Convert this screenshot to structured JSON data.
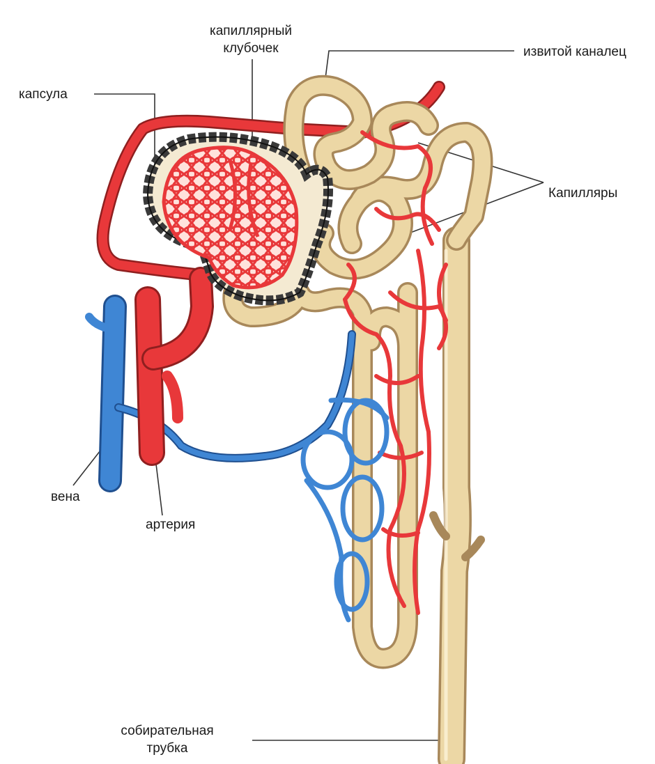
{
  "labels": {
    "glomerulus": [
      "капиллярный",
      "клубочек"
    ],
    "capsule": "капсула",
    "tubule": "извитой каналец",
    "capillaries": "Капилляры",
    "vein": "вена",
    "artery": "артерия",
    "collecting_duct": [
      "собирательная",
      "трубка"
    ]
  },
  "colors": {
    "tubule_fill": "#ecd7a5",
    "tubule_outline": "#a8885a",
    "artery": "#e8383a",
    "vein": "#3f86d4",
    "capsule": "#3a3a3a",
    "leader_line": "#333333"
  }
}
